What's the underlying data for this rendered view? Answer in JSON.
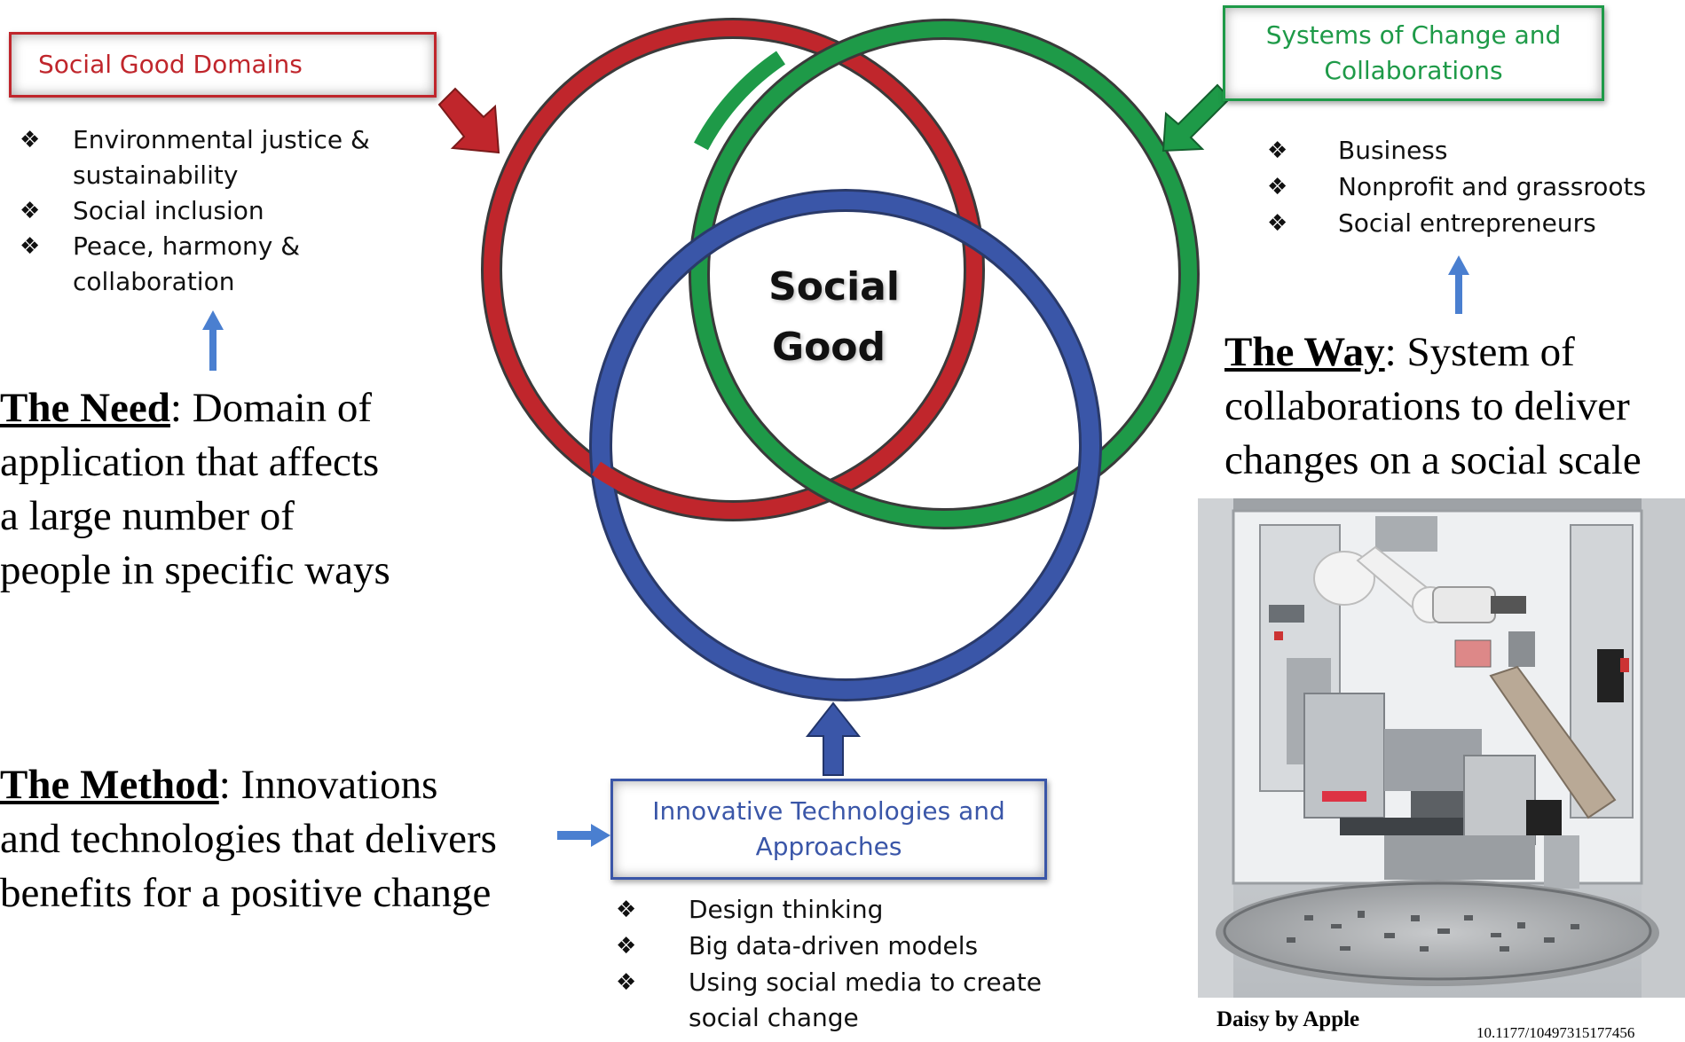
{
  "diagram": {
    "center_label_line1": "Social",
    "center_label_line2": "Good",
    "colors": {
      "red": "#c0262c",
      "green": "#1e9a48",
      "blue": "#3a56a8",
      "arrow_blue": "#4a7fd0"
    }
  },
  "domains": {
    "header": "Social Good Domains",
    "bullet": "❖",
    "items": [
      "Environmental justice &",
      "sustainability",
      "Social inclusion",
      "Peace, harmony &",
      "collaboration"
    ],
    "need_title": "The Need",
    "need_text": ": Domain of",
    "need_lines": [
      "application that affects",
      "a large number of",
      "people in specific ways"
    ]
  },
  "systems": {
    "header_line1": "Systems of Change and",
    "header_line2": "Collaborations",
    "bullet": "❖",
    "items": [
      "Business",
      "Nonprofit and grassroots",
      "Social entrepreneurs"
    ],
    "way_title": "The Way",
    "way_text": ": System of",
    "way_lines": [
      "collaborations to deliver",
      "changes on a social scale"
    ]
  },
  "method": {
    "title": "The Method",
    "text": ": Innovations",
    "lines": [
      "and technologies that delivers",
      "benefits for a positive change"
    ]
  },
  "technologies": {
    "header_line1": "Innovative Technologies and",
    "header_line2": "Approaches",
    "bullet": "❖",
    "items": [
      "Design thinking",
      "Big data-driven models",
      "Using social media to create",
      "social change"
    ]
  },
  "photo": {
    "caption": "Daisy by Apple",
    "doi": "10.1177/10497315177456"
  }
}
